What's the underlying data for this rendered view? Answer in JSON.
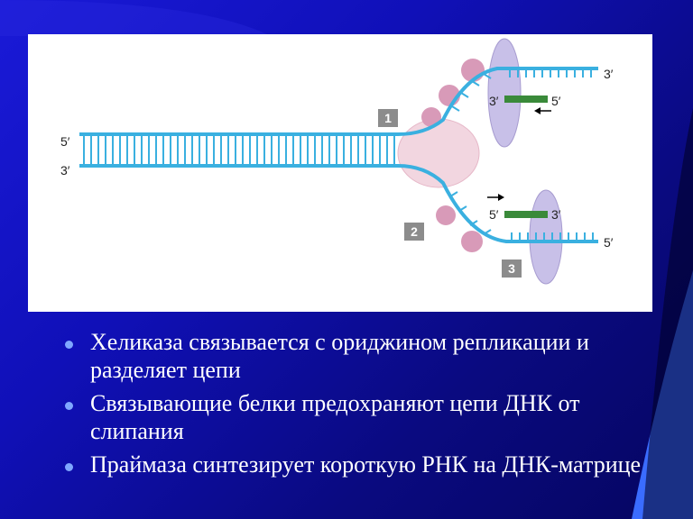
{
  "figure": {
    "labels": {
      "top_left_5": "5′",
      "top_left_3": "3′",
      "upper_right_3": "3′",
      "upper_primer_3": "3′",
      "upper_primer_5": "5′",
      "lower_primer_5": "5′",
      "lower_primer_3": "3′",
      "lower_right_5": "5′"
    },
    "steps": [
      "1",
      "2",
      "3"
    ]
  },
  "bullets": [
    "Хеликаза связывается с ориджином репликации и разделяет цепи",
    "Связывающие белки предохраняют цепи ДНК от слипания",
    "Праймаза синтезирует короткую РНК на ДНК-матрице"
  ],
  "colors": {
    "background": "#1010b8",
    "dna_strand": "#3ab0e0",
    "primer": "#3a8a3a",
    "helicase": "#f2d6e0",
    "ssb": "#d89ab8",
    "polymerase": "#c8c0e8"
  }
}
